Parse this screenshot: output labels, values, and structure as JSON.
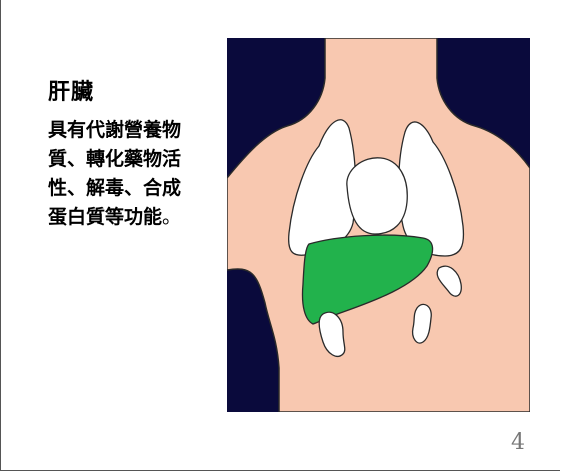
{
  "slide": {
    "title": "肝臟",
    "description_lines": [
      "具有代謝營養物",
      "質、轉化藥物活",
      "性、解毒、合成",
      "蛋白質等功能"
    ],
    "description_end": "。",
    "page_number": "4"
  },
  "figure": {
    "background_color": "#0a0a3c",
    "skin_color": "#f8c8b0",
    "liver_color": "#22b24c",
    "organ_color": "#ffffff"
  }
}
